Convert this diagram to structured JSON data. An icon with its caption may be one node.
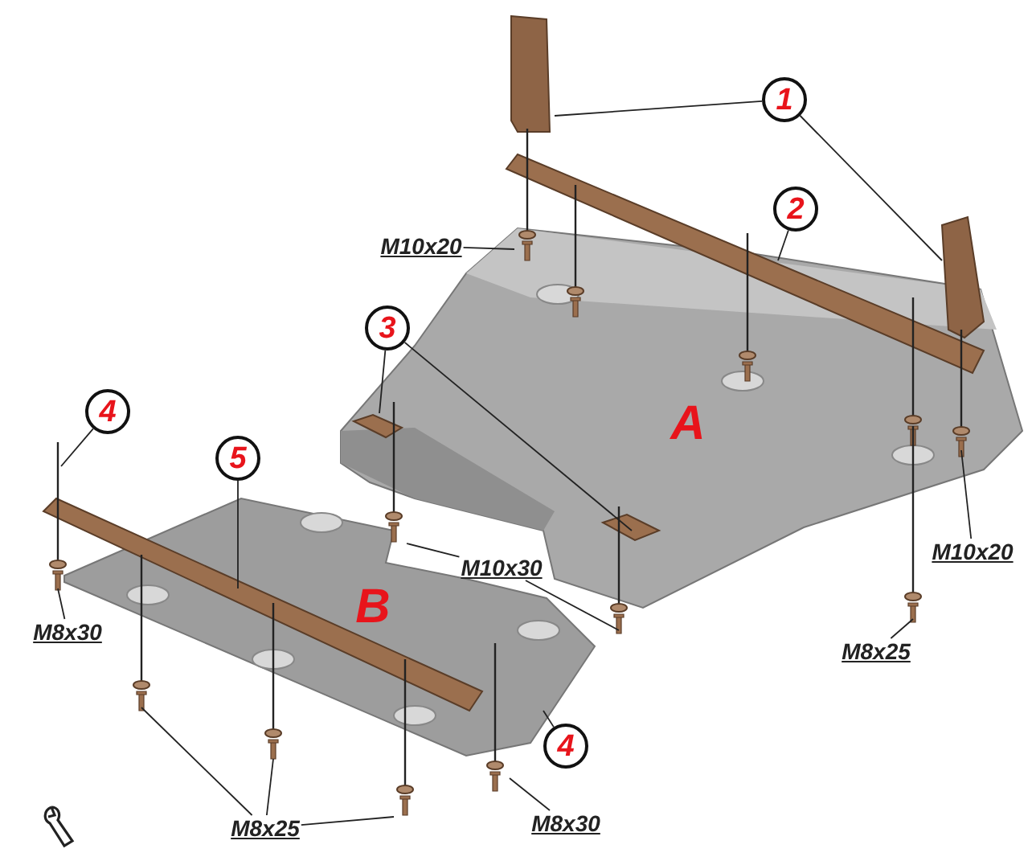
{
  "diagram": {
    "nodes": [
      {
        "text": [
          "1"
        ]
      },
      {
        "text": [
          "M10x20"
        ]
      },
      {
        "text": [
          "2"
        ]
      },
      {
        "text": [
          "3"
        ]
      },
      {
        "text": [
          "4"
        ]
      },
      {
        "text": [
          "5"
        ]
      },
      {
        "text": [
          "M10x30"
        ]
      },
      {
        "text": [
          "M10x20"
        ]
      },
      {
        "text": [
          "M8x30"
        ]
      },
      {
        "text": [
          "M8x25"
        ]
      },
      {
        "text": [
          "4"
        ]
      },
      {
        "text": [
          "M8x25"
        ]
      },
      {
        "text": [
          "M8x30"
        ]
      }
    ],
    "edges": [
      {
        "from": 0,
        "to": null,
        "arrow": "none"
      },
      {
        "from": 0,
        "to": null,
        "arrow": "none"
      },
      {
        "from": 2,
        "to": null,
        "arrow": "none"
      },
      {
        "from": 3,
        "to": null,
        "arrow": "none"
      },
      {
        "from": 3,
        "to": null,
        "arrow": "none"
      },
      {
        "from": 4,
        "to": null,
        "arrow": "none"
      },
      {
        "from": 5,
        "to": null,
        "arrow": "none"
      },
      {
        "from": 10,
        "to": null,
        "arrow": "none"
      },
      {
        "from": 1,
        "to": null,
        "arrow": "none"
      },
      {
        "from": 6,
        "to": null,
        "arrow": "none"
      },
      {
        "from": 6,
        "to": null,
        "arrow": "none"
      },
      {
        "from": 7,
        "to": null,
        "arrow": "none"
      },
      {
        "from": 9,
        "to": null,
        "arrow": "none"
      },
      {
        "from": 8,
        "to": null,
        "arrow": "none"
      },
      {
        "from": 11,
        "to": null,
        "arrow": "none"
      },
      {
        "from": 11,
        "to": null,
        "arrow": "none"
      },
      {
        "from": 11,
        "to": null,
        "arrow": "none"
      },
      {
        "from": 12,
        "to": null,
        "arrow": "none"
      }
    ],
    "labels": [
      "A",
      "B"
    ]
  }
}
